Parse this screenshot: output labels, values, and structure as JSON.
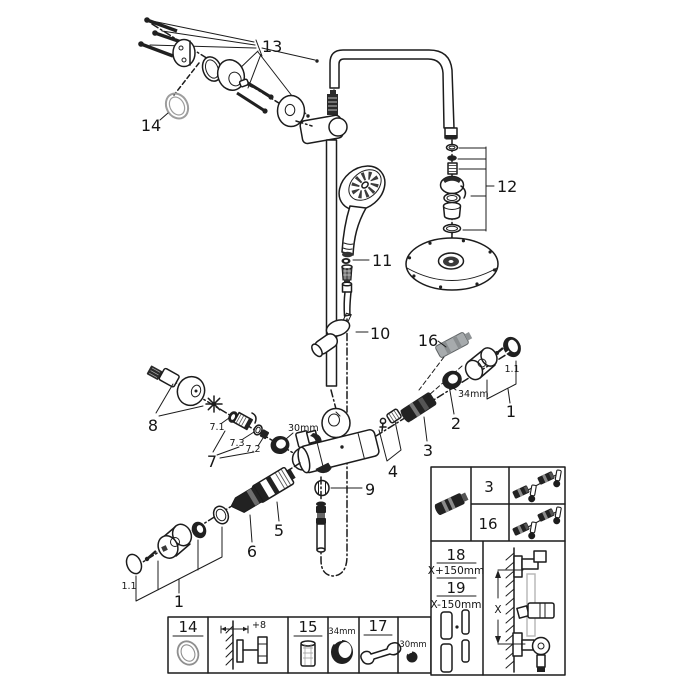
{
  "colors": {
    "ink": "#1c1c1c",
    "paper": "#ffffff",
    "gray_part": "#a7abad",
    "light_ring": "#9d9d9d"
  },
  "callouts": {
    "c13": "13",
    "c14": "14",
    "c12": "12",
    "c11": "11",
    "c10": "10",
    "c16": "16",
    "c4": "4",
    "c3": "3",
    "c2": "2",
    "c9": "9",
    "c8": "8",
    "c7": "7",
    "c7_1": "7.1",
    "c7_2": "7.2",
    "c7_3": "7.3",
    "c5": "5",
    "c6": "6",
    "c1_right": "1",
    "c1_1_right": "1.1",
    "c1_left": "1",
    "c1_1_left": "1.1",
    "dim_34mm": "34mm",
    "dim_30mm": "30mm"
  },
  "tool_panel": {
    "c14": "14",
    "offset": "+8",
    "c15": "15",
    "dim_34mm": "34mm",
    "c17": "17",
    "dim_30mm": "30mm"
  },
  "service_panel": {
    "c3": "3",
    "c16": "16",
    "c18": "18",
    "c18_len": "X+150mm",
    "c19": "19",
    "c19_len": "X-150mm",
    "dim_x": "X"
  }
}
